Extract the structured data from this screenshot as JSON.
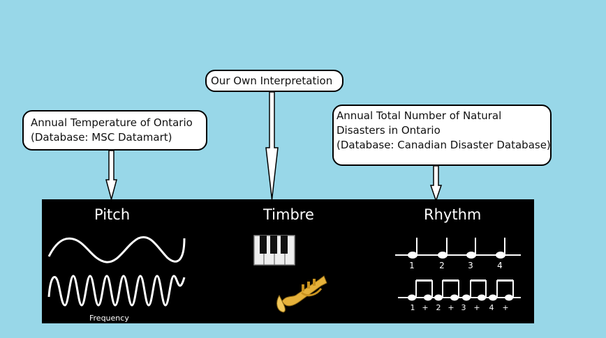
{
  "callouts": {
    "temperature": {
      "lines": [
        "Annual Temperature of Ontario",
        "(Database: MSC Datamart)"
      ]
    },
    "interpretation": {
      "lines": [
        "Our Own Interpretation"
      ]
    },
    "disasters": {
      "lines": [
        "Annual Total Number of Natural",
        "Disasters in Ontario",
        "(Database: Canadian Disaster Database)"
      ]
    }
  },
  "panel": {
    "pitch": {
      "title": "Pitch",
      "wave_label": "Frequency"
    },
    "timbre": {
      "title": "Timbre",
      "icons": [
        "piano-keys-icon",
        "trumpet-icon"
      ]
    },
    "rhythm": {
      "title": "Rhythm",
      "quarter_counts": [
        "1",
        "2",
        "3",
        "4"
      ],
      "eighth_counts": [
        "1",
        "+",
        "2",
        "+",
        "3",
        "+",
        "4",
        "+"
      ]
    }
  },
  "colors": {
    "background": "#98d7e8",
    "panel": "#000000",
    "callout": "#ffffff"
  }
}
